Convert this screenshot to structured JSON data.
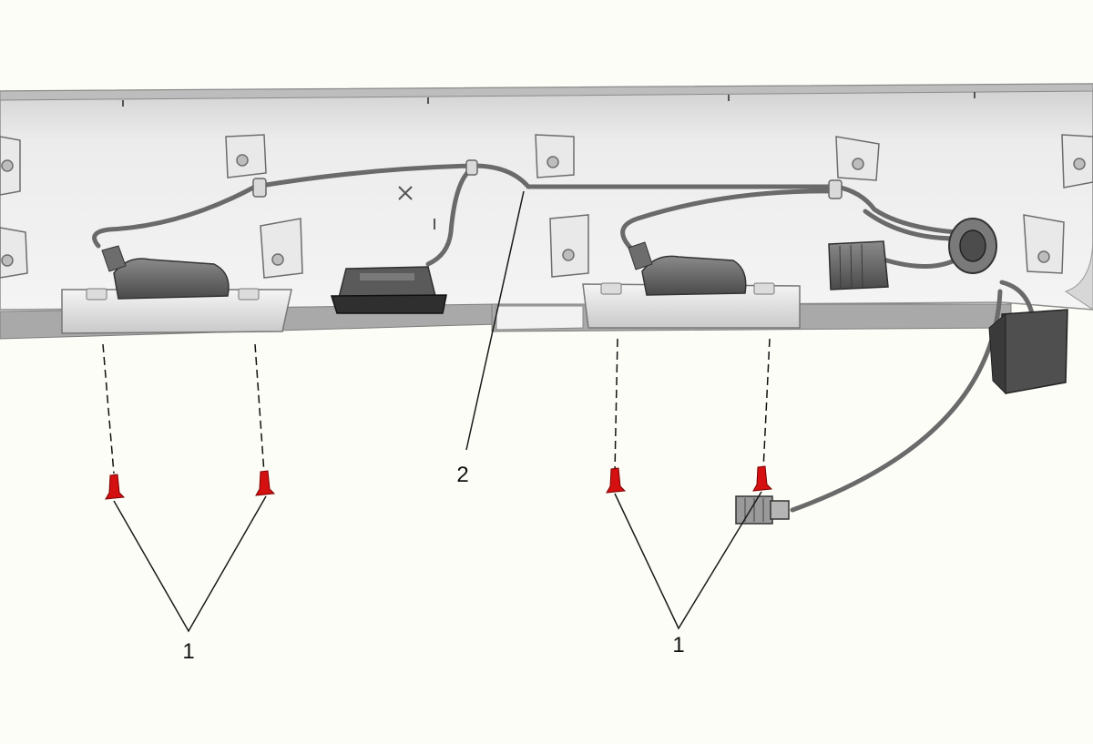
{
  "diagram": {
    "callouts": [
      {
        "id": "callout-1-left",
        "text": "1"
      },
      {
        "id": "callout-2",
        "text": "2"
      },
      {
        "id": "callout-1-right",
        "text": "1"
      }
    ],
    "colors": {
      "background": "#fdfdf8",
      "panel": "#e3e3e3",
      "panel_dark": "#9a9a9a",
      "wire": "#6a6a6a",
      "fastener_red": "#d41010",
      "leader_line": "#1a1a1a"
    }
  }
}
